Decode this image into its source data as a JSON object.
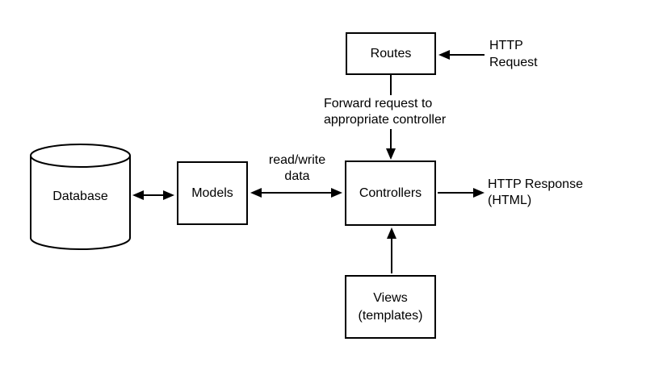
{
  "diagram": {
    "nodes": {
      "routes": {
        "label": "Routes"
      },
      "controllers": {
        "label": "Controllers"
      },
      "models": {
        "label": "Models"
      },
      "views": {
        "label_line1": "Views",
        "label_line2": "(templates)"
      },
      "database": {
        "label": "Database"
      }
    },
    "annotations": {
      "http_request": {
        "line1": "HTTP",
        "line2": "Request"
      },
      "forward": {
        "line1": "Forward request to",
        "line2": "appropriate controller"
      },
      "read_write": {
        "line1": "read/write",
        "line2": "data"
      },
      "http_response": {
        "line1": "HTTP Response",
        "line2": "(HTML)"
      }
    },
    "colors": {
      "line": "#000000",
      "text": "#000000",
      "background": "#ffffff"
    }
  }
}
